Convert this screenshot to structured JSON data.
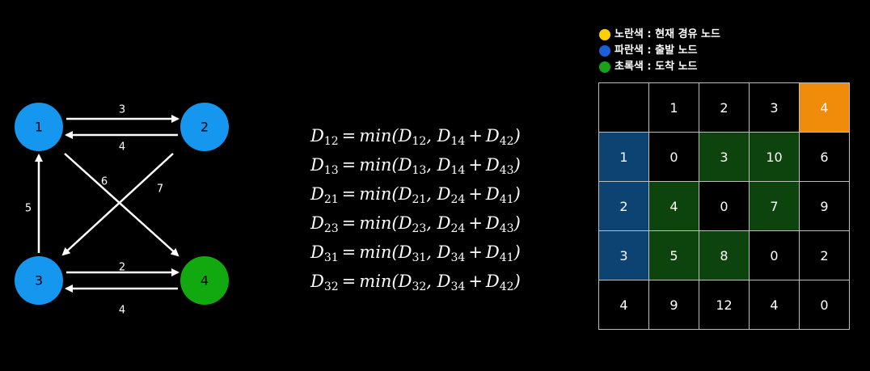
{
  "colors": {
    "node_default": "#1597f0",
    "node_destination": "#12a80f",
    "edge": "#ffffff",
    "cell_origin": "#0d4373",
    "cell_path": "#0d430d",
    "cell_via": "#f08c0a",
    "legend_yellow": "#ffd000",
    "legend_blue": "#1c5fd6",
    "legend_green": "#19a317"
  },
  "graph": {
    "nodes": [
      {
        "id": "1",
        "label": "1",
        "role": "default"
      },
      {
        "id": "2",
        "label": "2",
        "role": "default"
      },
      {
        "id": "3",
        "label": "3",
        "role": "default"
      },
      {
        "id": "4",
        "label": "4",
        "role": "destination"
      }
    ],
    "edges": [
      {
        "from": "1",
        "to": "2",
        "weight": "3"
      },
      {
        "from": "2",
        "to": "1",
        "weight": "4"
      },
      {
        "from": "1",
        "to": "4",
        "weight": "6"
      },
      {
        "from": "2",
        "to": "3",
        "weight": "7"
      },
      {
        "from": "3",
        "to": "1",
        "weight": "5"
      },
      {
        "from": "3",
        "to": "4",
        "weight": "2"
      },
      {
        "from": "4",
        "to": "3",
        "weight": "4"
      }
    ]
  },
  "formulas": [
    {
      "lhs": "12",
      "a": "12",
      "b": "14",
      "c": "42"
    },
    {
      "lhs": "13",
      "a": "13",
      "b": "14",
      "c": "43"
    },
    {
      "lhs": "21",
      "a": "21",
      "b": "24",
      "c": "41"
    },
    {
      "lhs": "23",
      "a": "23",
      "b": "24",
      "c": "43"
    },
    {
      "lhs": "31",
      "a": "31",
      "b": "34",
      "c": "41"
    },
    {
      "lhs": "32",
      "a": "32",
      "b": "34",
      "c": "42"
    }
  ],
  "legend": {
    "yellow": "노란색 : 현재 경유 노드",
    "blue": "파란색 : 출발 노드",
    "green": "초록색 : 도착 노드"
  },
  "matrix": {
    "header": [
      "",
      "1",
      "2",
      "3",
      "4"
    ],
    "header_styles": [
      "plain",
      "plain",
      "plain",
      "plain",
      "via"
    ],
    "rows": [
      {
        "cells": [
          "1",
          "0",
          "3",
          "10",
          "6"
        ],
        "styles": [
          "origin",
          "plain",
          "path",
          "path",
          "plain"
        ]
      },
      {
        "cells": [
          "2",
          "4",
          "0",
          "7",
          "9"
        ],
        "styles": [
          "origin",
          "path",
          "plain",
          "path",
          "plain"
        ]
      },
      {
        "cells": [
          "3",
          "5",
          "8",
          "0",
          "2"
        ],
        "styles": [
          "origin",
          "path",
          "path",
          "plain",
          "plain"
        ]
      },
      {
        "cells": [
          "4",
          "9",
          "12",
          "4",
          "0"
        ],
        "styles": [
          "plain",
          "plain",
          "plain",
          "plain",
          "plain"
        ]
      }
    ]
  }
}
